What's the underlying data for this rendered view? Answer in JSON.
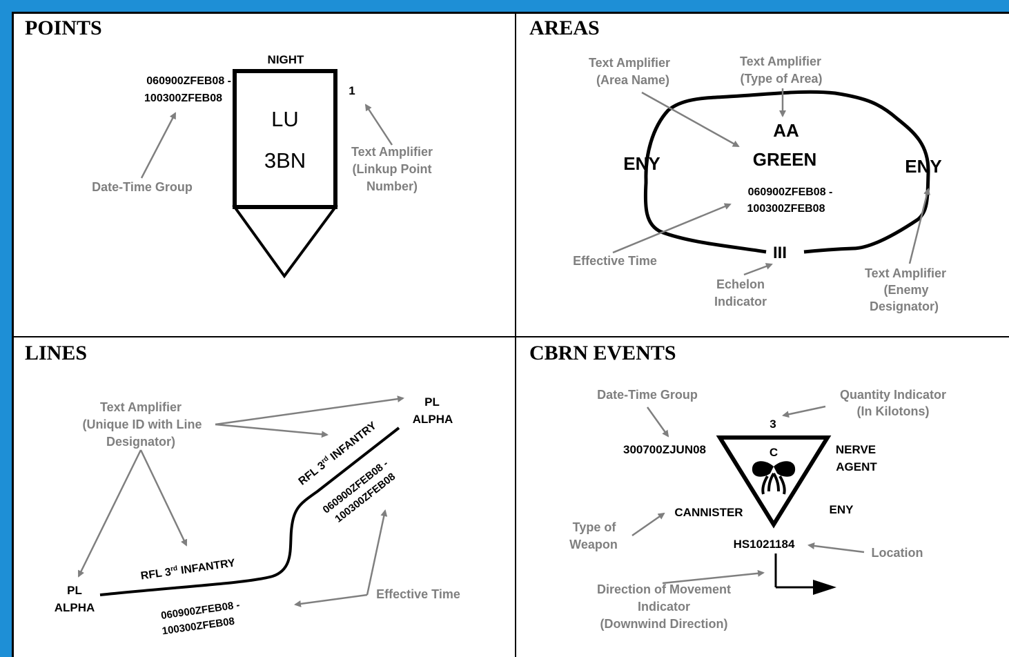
{
  "panels": {
    "points": {
      "title": "POINTS",
      "night": "NIGHT",
      "dtg": [
        "060900ZFEB08 -",
        "100300ZFEB08"
      ],
      "symbol_line1": "LU",
      "symbol_line2": "3BN",
      "number": "1",
      "amp_label": [
        "Text Amplifier",
        "(Linkup Point",
        "Number)"
      ],
      "dtg_label": "Date-Time Group"
    },
    "areas": {
      "title": "AREAS",
      "area_name_label": [
        "Text Amplifier",
        "(Area Name)"
      ],
      "area_type_label": [
        "Text Amplifier",
        "(Type of Area)"
      ],
      "type_value": "AA",
      "name_value": "GREEN",
      "eny_left": "ENY",
      "eny_right": "ENY",
      "dtg": [
        "060900ZFEB08 -",
        "100300ZFEB08"
      ],
      "echelon": "III",
      "effective_label": "Effective Time",
      "echelon_label": [
        "Echelon",
        "Indicator"
      ],
      "enemy_label": [
        "Text Amplifier",
        "(Enemy",
        "Designator)"
      ]
    },
    "lines": {
      "title": "LINES",
      "amp_label": [
        "Text Amplifier",
        "(Unique ID with Line",
        "Designator)"
      ],
      "pl_right": [
        "PL",
        "ALPHA"
      ],
      "pl_left": [
        "PL",
        "ALPHA"
      ],
      "upper_label_pre": "RFL 3",
      "upper_label_post": " INFANTRY",
      "upper_dtg": [
        "060900ZFEB08 -",
        "100300ZFEB08"
      ],
      "lower_label_pre": "RFL 3",
      "lower_label_post": " INFANTRY",
      "lower_dtg": [
        "060900ZFEB08 -",
        "100300ZFEB08"
      ],
      "ordinal_suffix": "rd",
      "effective_label": "Effective Time"
    },
    "cbrn": {
      "title": "CBRN EVENTS",
      "dtg_label": "Date-Time Group",
      "qty_label": [
        "Quantity Indicator",
        "(In Kilotons)"
      ],
      "qty_value": "3",
      "dtg_value": "300700ZJUN08",
      "symbol_letter": "C",
      "agent": [
        "NERVE",
        "AGENT"
      ],
      "weapon_value": "CANNISTER",
      "eny": "ENY",
      "weapon_label": [
        "Type of",
        "Weapon"
      ],
      "location_value": "HS1021184",
      "location_label": "Location",
      "direction_label": [
        "Direction of Movement",
        "Indicator",
        "(Downwind Direction)"
      ]
    }
  }
}
